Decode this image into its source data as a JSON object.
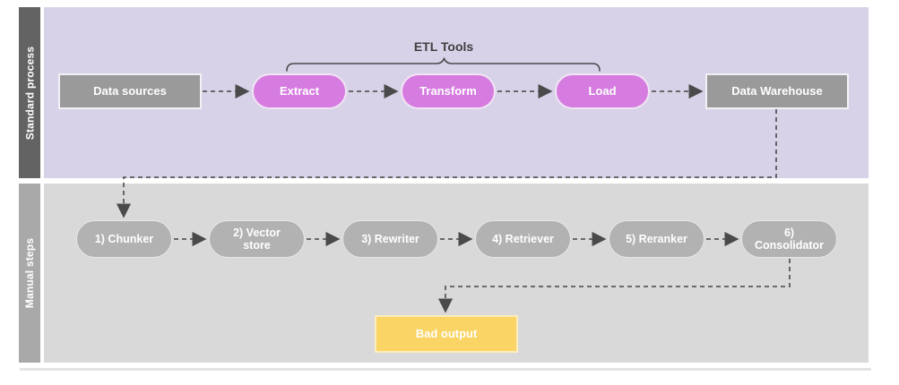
{
  "diagram": {
    "annotation": {
      "etl_tools_label": "ETL Tools"
    },
    "lanes": [
      {
        "label": "Standard process",
        "nodes": [
          {
            "label": "Data sources",
            "shape": "rect",
            "color": "#9a9a9a"
          },
          {
            "label": "Extract",
            "shape": "pill",
            "color": "#d67ce0"
          },
          {
            "label": "Transform",
            "shape": "pill",
            "color": "#d67ce0"
          },
          {
            "label": "Load",
            "shape": "pill",
            "color": "#d67ce0"
          },
          {
            "label": "Data Warehouse",
            "shape": "rect",
            "color": "#9a9a9a"
          }
        ]
      },
      {
        "label": "Manual steps",
        "nodes": [
          {
            "label": "1) Chunker",
            "shape": "pill",
            "color": "#b2b2b2"
          },
          {
            "label": "2) Vector store",
            "shape": "pill",
            "color": "#b2b2b2"
          },
          {
            "label": "3) Rewriter",
            "shape": "pill",
            "color": "#b2b2b2"
          },
          {
            "label": "4) Retriever",
            "shape": "pill",
            "color": "#b2b2b2"
          },
          {
            "label": "5) Reranker",
            "shape": "pill",
            "color": "#b2b2b2"
          },
          {
            "label": "6) Consolidator",
            "shape": "pill",
            "color": "#b2b2b2"
          },
          {
            "label": "Bad output",
            "shape": "rect",
            "color": "#fad464"
          }
        ]
      }
    ],
    "colors": {
      "lane1_bg": "#d8d2e9",
      "lane2_bg": "#d9d9d9",
      "lane1_label_bg": "#636363",
      "lane2_label_bg": "#a9a9a9",
      "connector": "#5a5a5a",
      "brace": "#4a4a4a"
    }
  }
}
